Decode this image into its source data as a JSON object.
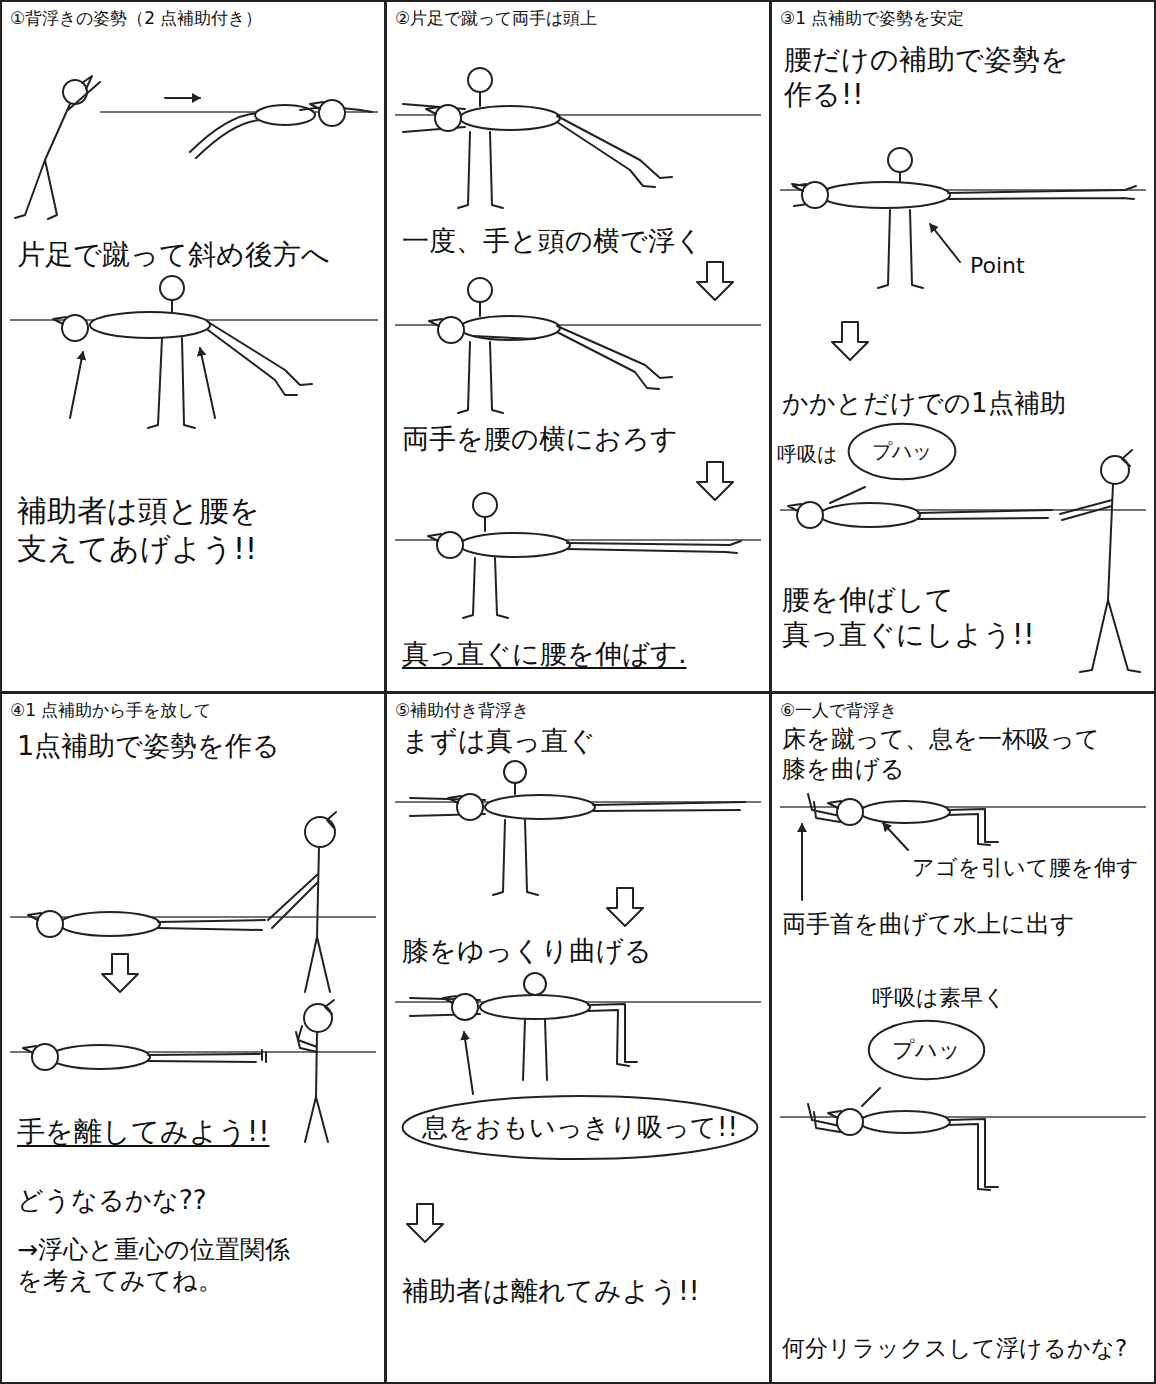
{
  "diagram": {
    "nodes": [
      {
        "text": [
          "①背浮きの姿勢（2 点補助付き）",
          "片足で蹴って斜め後方へ",
          "補助者は頭と腰を 支えてあげよう!!"
        ]
      },
      {
        "text": [
          "②片足で蹴って両手は頭上",
          "一度、手と頭の横で浮く",
          "両手を腰の横におろす",
          "真っ直ぐに腰を伸ばす."
        ]
      },
      {
        "text": [
          "③1 点補助で姿勢を安定",
          "腰だけの補助で姿勢を 作る!!",
          "Point",
          "かかとだけでの1点補助",
          "呼吸は",
          "腰を伸ばして 真っ直ぐにしよう!!"
        ]
      },
      {
        "text": [
          "プハッ"
        ],
        "in": 2
      },
      {
        "text": [
          "④1 点補助から手を放して",
          "1点補助で姿勢を作る",
          "手を離してみよう!!",
          "どうなるかな??",
          "→浮心と重心の位置関係 を考えてみてね。"
        ]
      },
      {
        "text": [
          "⑤補助付き背浮き",
          "まずは真っ直ぐ",
          "膝をゆっくり曲げる",
          "補助者は離れてみよう!!"
        ]
      },
      {
        "text": [
          "息をおもいっきり吸って!!"
        ],
        "in": 5
      },
      {
        "text": [
          "⑥一人で背浮き",
          "床を蹴って、息を一杯吸って 膝を曲げる",
          "アゴを引いて腰を伸す",
          "両手首を曲げて水上に出す",
          "呼吸は素早く",
          "何分リラックスして浮けるかな?"
        ]
      },
      {
        "text": [
          "プハッ"
        ],
        "in": 7
      }
    ]
  }
}
